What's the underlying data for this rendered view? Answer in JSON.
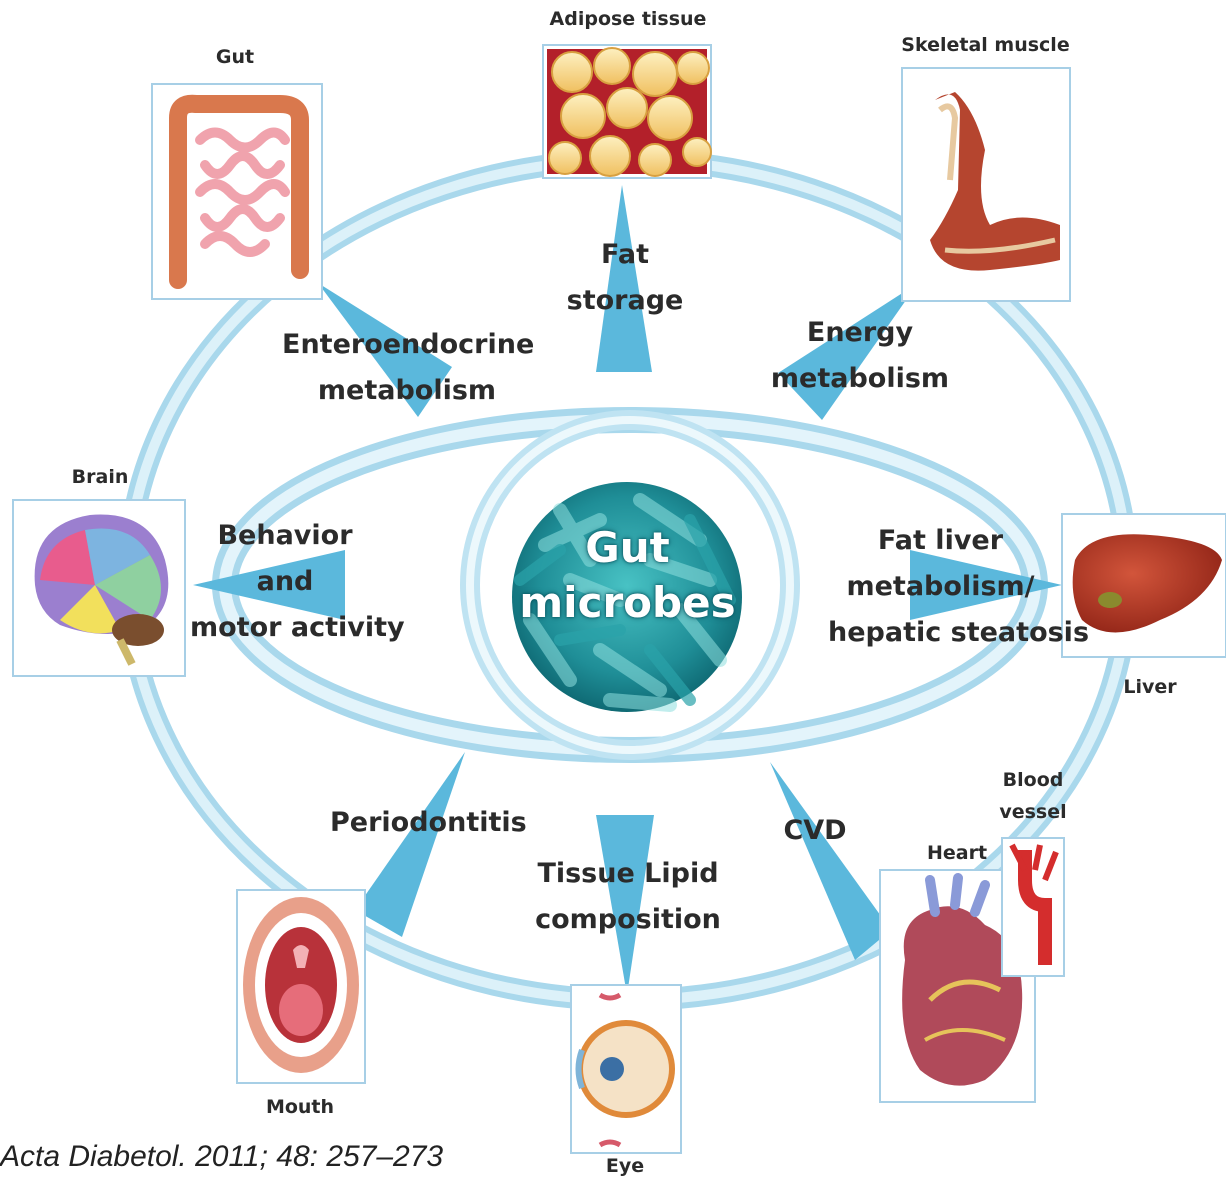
{
  "colors": {
    "ring": "#cfeaf5",
    "ring_edge": "#a9d8ec",
    "arrow": "#5bb8dc",
    "microbe_bg": "#1f8e97",
    "frame": "#a7cfe6"
  },
  "center": {
    "line1": "Gut",
    "line2": "microbes"
  },
  "organs": {
    "adipose": "Adipose tissue",
    "gut": "Gut",
    "muscle": "Skeletal muscle",
    "brain": "Brain",
    "liver": "Liver",
    "mouth": "Mouth",
    "eye": "Eye",
    "heart": "Heart",
    "vessel_line1": "Blood",
    "vessel_line2": "vessel"
  },
  "effects": {
    "fat_storage": [
      "Fat",
      "storage"
    ],
    "enteroendocrine": [
      "Enteroendocrine",
      "metabolism"
    ],
    "energy": [
      "Energy",
      "metabolism"
    ],
    "behavior": [
      "Behavior",
      "and",
      "motor activity"
    ],
    "fat_liver": [
      "Fat liver",
      "metabolism/",
      "hepatic steatosis"
    ],
    "periodontitis": [
      "Periodontitis"
    ],
    "tissue_lipid": [
      "Tissue Lipid",
      "composition"
    ],
    "cvd": [
      "CVD"
    ]
  },
  "citation": "Acta Diabetol. 2011; 48: 257–273",
  "icons": [
    "gut-intestine-icon",
    "adipose-tissue-icon",
    "skeletal-muscle-icon",
    "brain-icon",
    "liver-icon",
    "mouth-icon",
    "eye-icon",
    "heart-icon",
    "blood-vessel-icon",
    "gut-microbes-icon"
  ]
}
